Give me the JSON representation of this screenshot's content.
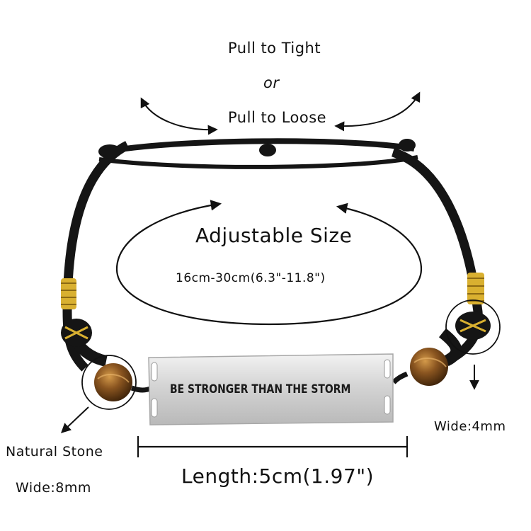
{
  "labels": {
    "pull_tight": "Pull to Tight",
    "or": "or",
    "pull_loose": "Pull to Loose",
    "adjustable": "Adjustable Size",
    "size_range": "16cm-30cm(6.3\"-11.8\")",
    "wide_cord": "Wide:4mm",
    "natural_stone": "Natural Stone",
    "wide_stone": "Wide:8mm",
    "length": "Length:5cm(1.97\")"
  },
  "plate": {
    "engraving": "BE STRONGER THAN THE STORM"
  },
  "colors": {
    "cord": "#151515",
    "gold_wrap": "#d9b030",
    "tiger_eye": "#8a5520",
    "plate_steel": "#d8d8d8",
    "annotation": "#111111"
  }
}
